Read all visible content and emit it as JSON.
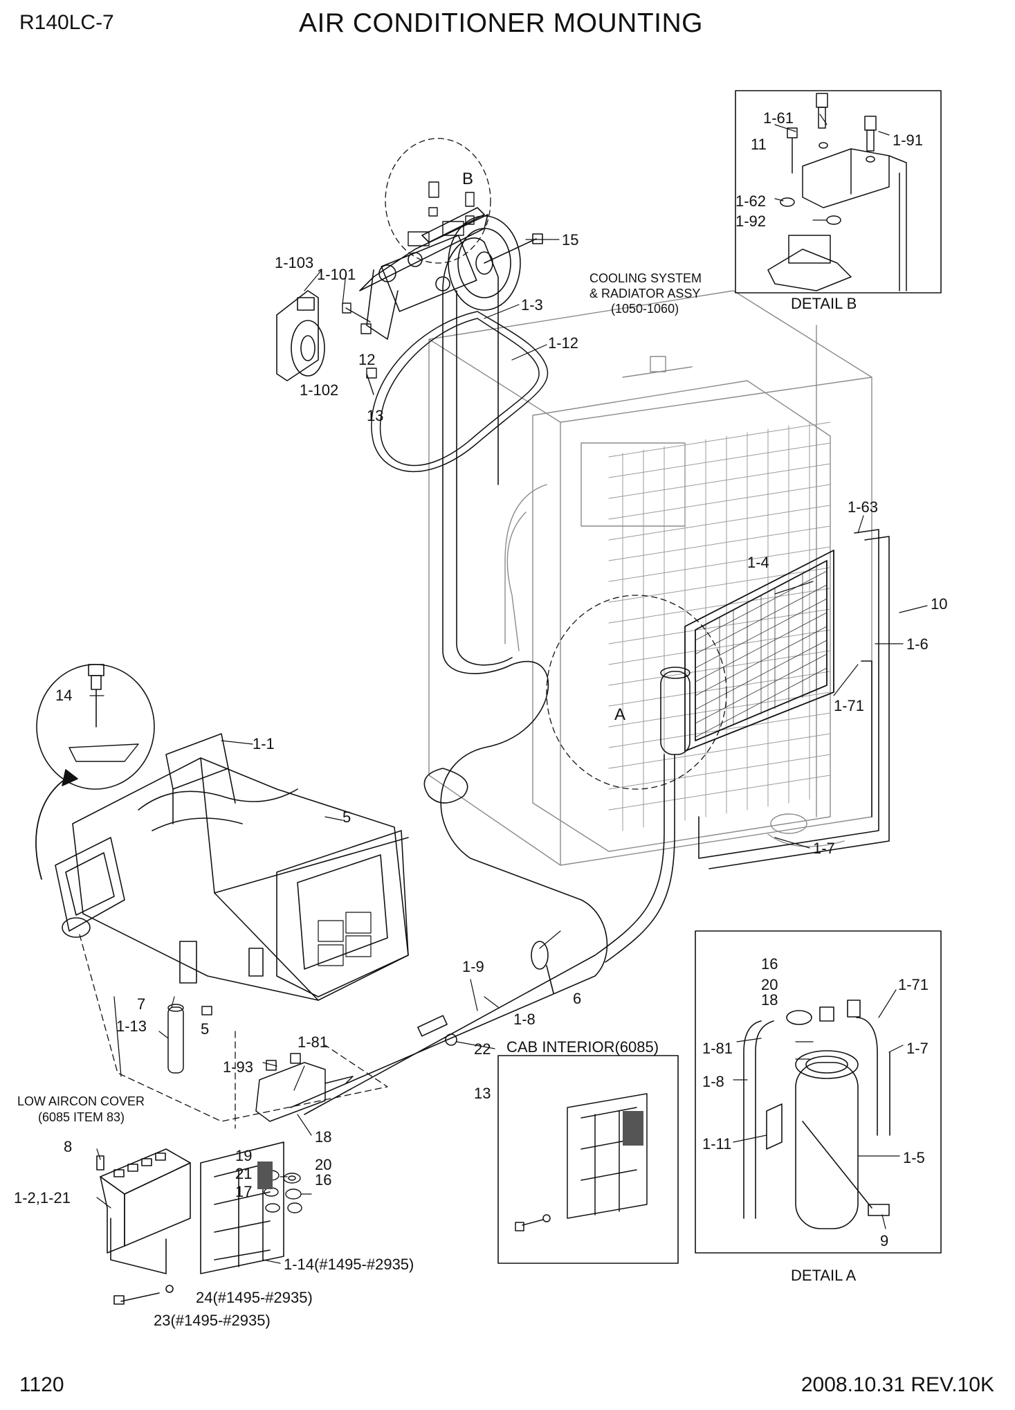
{
  "header": {
    "model": "R140LC-7",
    "title": "AIR CONDITIONER MOUNTING"
  },
  "footer": {
    "page_number": "1120",
    "revision": "2008.10.31  REV.10K"
  },
  "notes": {
    "cooling_line1": "COOLING SYSTEM",
    "cooling_line2": "& RADIATOR ASSY",
    "cooling_line3": "(1050-1060)",
    "cover_line1": "LOW AIRCON COVER",
    "cover_line2": "(6085 ITEM 83)"
  },
  "details": {
    "a_caption": "DETAIL A",
    "b_caption": "DETAIL B",
    "cab_title": "CAB INTERIOR(6085)",
    "a_marker": "A",
    "b_marker": "B"
  },
  "callouts": [
    "1-103",
    "1-101",
    "12",
    "13",
    "1-102",
    "1-3",
    "1-12",
    "15",
    "1-63",
    "1-4",
    "10",
    "1-6",
    "1-71",
    "1-7",
    "14",
    "1-1",
    "5",
    "5",
    "7",
    "1-13",
    "1-9",
    "6",
    "1-8",
    "22",
    "13",
    "1-81",
    "1-93",
    "18",
    "19",
    "20",
    "21",
    "16",
    "17",
    "8",
    "1-2,1-21",
    "1-14(#1495-#2935)",
    "24(#1495-#2935)",
    "23(#1495-#2935)",
    "1-61",
    "11",
    "1-91",
    "1-62",
    "1-92",
    "16",
    "20",
    "18",
    "1-71",
    "1-81",
    "1-7",
    "1-8",
    "1-11",
    "1-5",
    "9"
  ]
}
